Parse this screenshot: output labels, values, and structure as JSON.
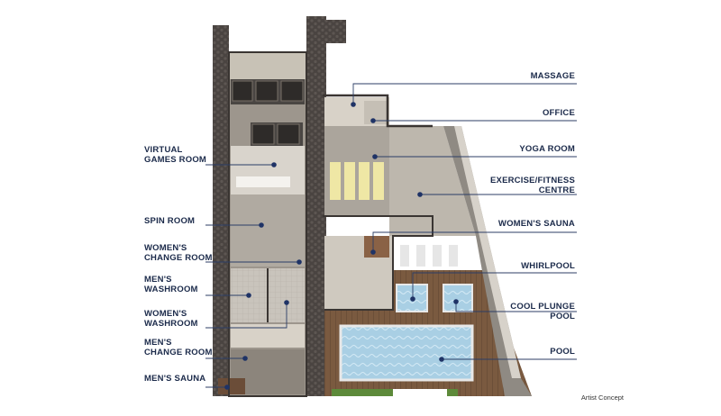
{
  "labels_left": {
    "virtual_games_room": "VIRTUAL\nGAMES ROOM",
    "spin_room": "SPIN ROOM",
    "womens_change_room": "WOMEN'S\nCHANGE ROOM",
    "mens_washroom": "MEN'S\nWASHROOM",
    "womens_washroom": "WOMEN'S\nWASHROOM",
    "mens_change_room": "MEN'S\nCHANGE ROOM",
    "mens_sauna": "MEN'S SAUNA"
  },
  "labels_right": {
    "massage": "MASSAGE",
    "office": "OFFICE",
    "yoga_room": "YOGA ROOM",
    "exercise_fitness_centre": "EXERCISE/FITNESS\nCENTRE",
    "womens_sauna": "WOMEN'S SAUNA",
    "whirlpool": "WHIRLPOOL",
    "cool_plunge_pool": "COOL PLUNGE\nPOOL",
    "pool": "POOL"
  },
  "footnote": "Artist Concept",
  "colors": {
    "label_text": "#1b2a4a",
    "leader_line": "#2c3e66",
    "marker": "#1f3366",
    "wall": "#3a3532",
    "floor": "#b8b2aa",
    "water": "#b9d8ea",
    "deck": "#8b6a4e"
  }
}
